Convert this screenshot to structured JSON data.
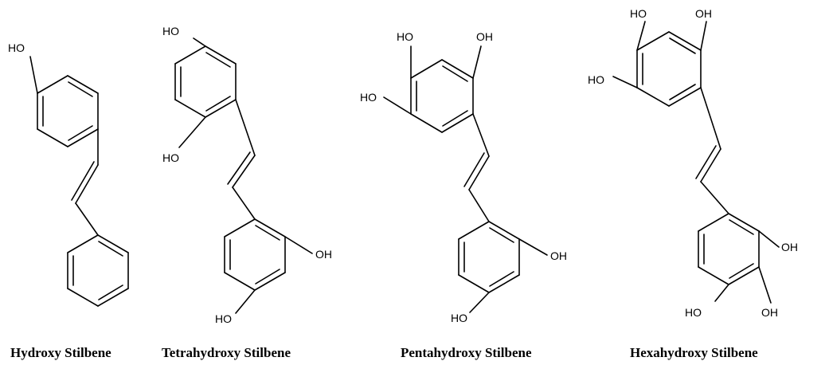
{
  "colors": {
    "background": "#ffffff",
    "ink": "#000000"
  },
  "molecules": [
    {
      "caption": "Hydroxy Stilbene",
      "labels": [
        "HO"
      ]
    },
    {
      "caption": "Tetrahydroxy Stilbene",
      "labels": [
        "HO",
        "HO",
        "OH",
        "HO"
      ]
    },
    {
      "caption": "Pentahydroxy Stilbene",
      "labels": [
        "HO",
        "OH",
        "HO",
        "OH",
        "HO"
      ]
    },
    {
      "caption": "Hexahydroxy Stilbene",
      "labels": [
        "HO",
        "OH",
        "HO",
        "OH",
        "HO",
        "OH"
      ]
    }
  ]
}
